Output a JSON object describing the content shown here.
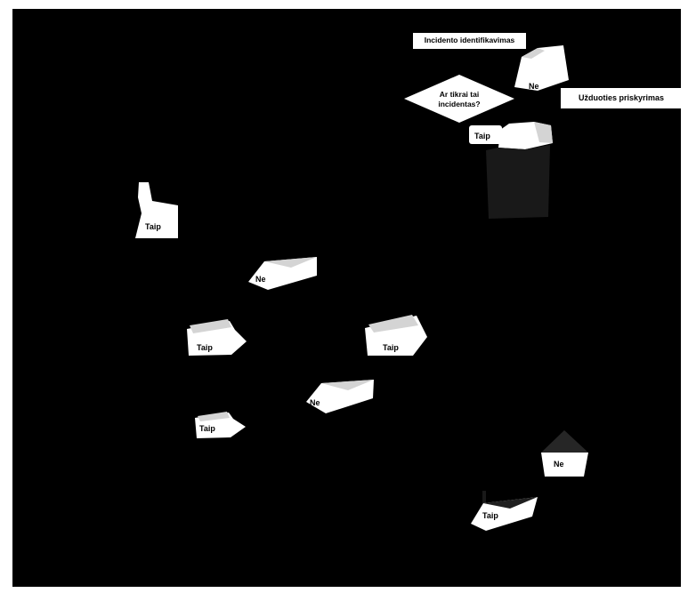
{
  "flowchart": {
    "process_boxes": [
      {
        "label": "Incidento identifikavimas"
      },
      {
        "label": "Užduoties priskyrimas"
      }
    ],
    "decision": {
      "line1": "Ar tikrai tai",
      "line2": "incidentas?"
    },
    "branch_labels": [
      {
        "id": "ne-1",
        "label": "Ne"
      },
      {
        "id": "taip-1",
        "label": "Taip"
      },
      {
        "id": "taip-2",
        "label": "Taip"
      },
      {
        "id": "ne-2",
        "label": "Ne"
      },
      {
        "id": "taip-3",
        "label": "Taip"
      },
      {
        "id": "taip-4",
        "label": "Taip"
      },
      {
        "id": "ne-3",
        "label": "Ne"
      },
      {
        "id": "taip-5",
        "label": "Taip"
      },
      {
        "id": "ne-4",
        "label": "Ne"
      },
      {
        "id": "taip-6",
        "label": "Taip"
      }
    ],
    "colors": {
      "background": "#000000",
      "shape": "#ffffff",
      "fold": "#d4d4d4",
      "shadow": "#191919",
      "roof": "#262626",
      "text": "#000000"
    }
  }
}
